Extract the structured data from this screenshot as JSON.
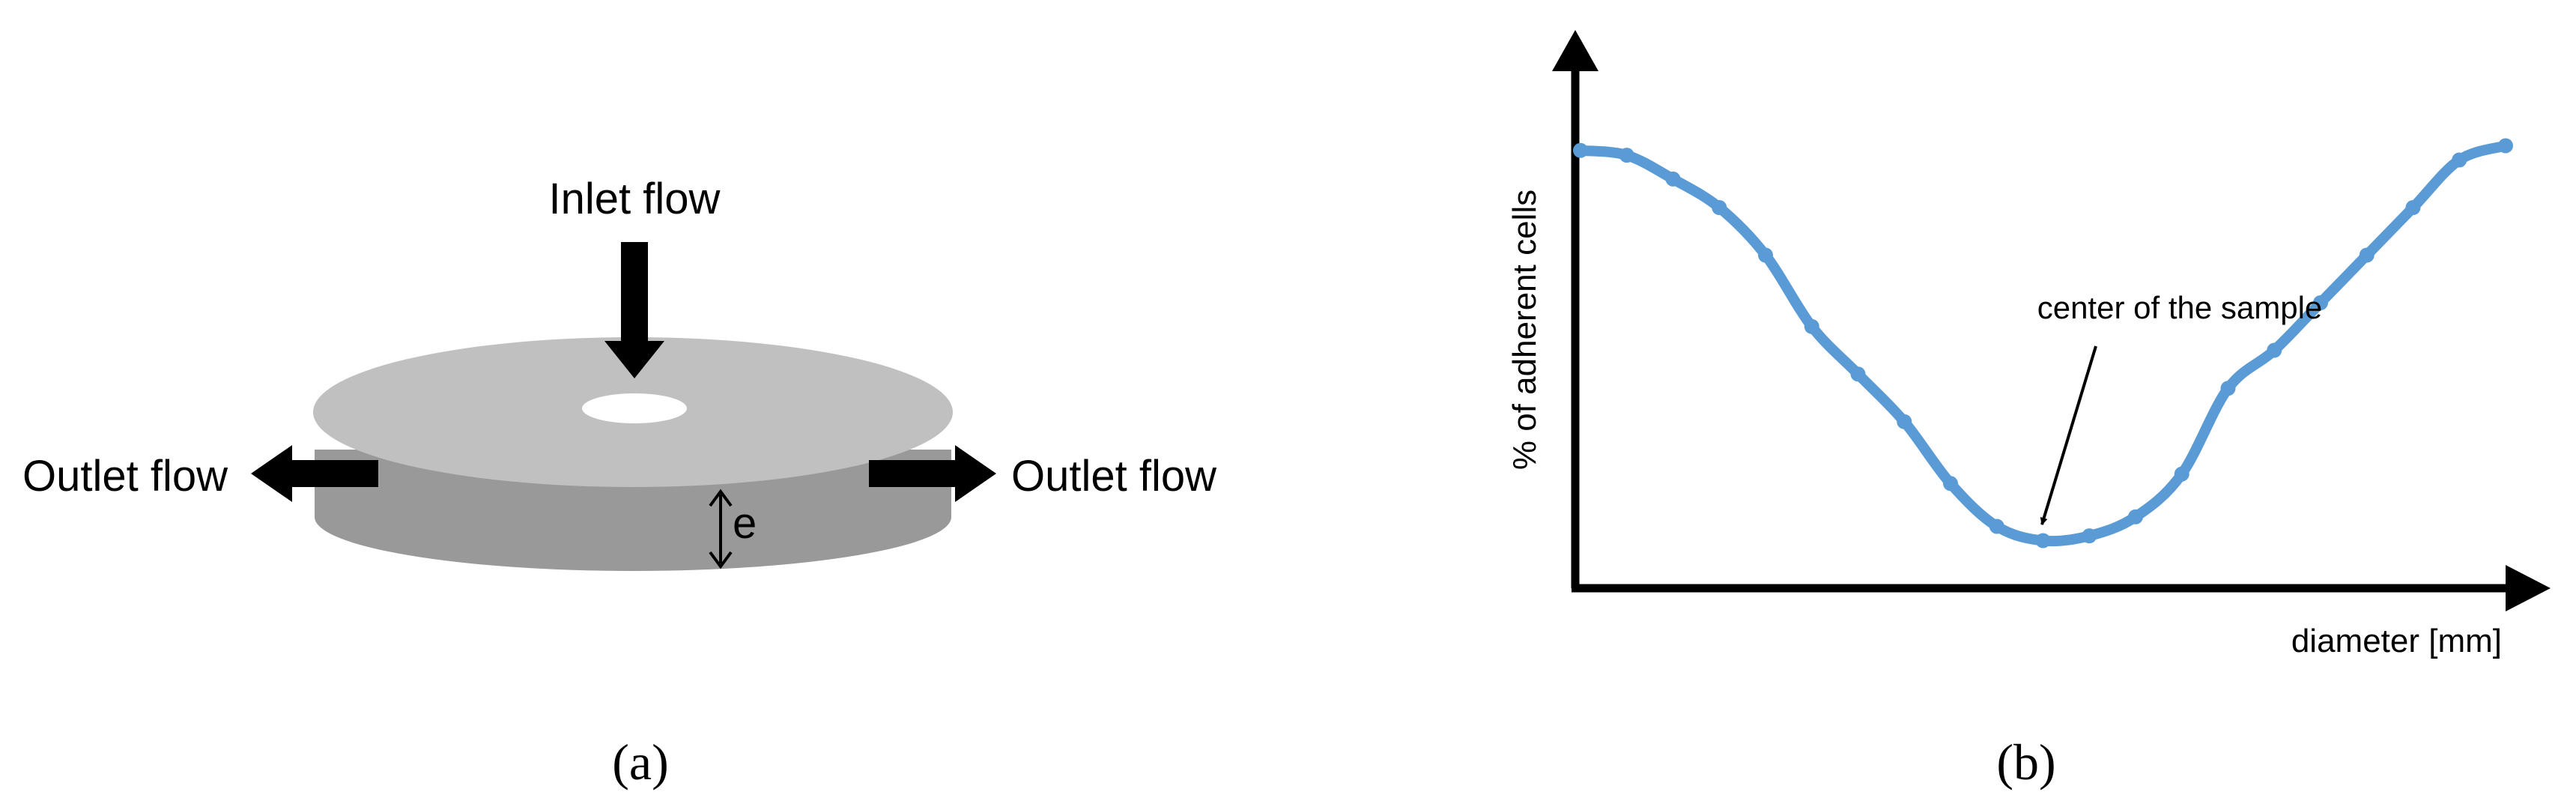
{
  "panel_a": {
    "inlet_label": "Inlet flow",
    "outlet_left_label": "Outlet flow",
    "outlet_right_label": "Outlet flow",
    "gap_label": "e",
    "caption": "(a)"
  },
  "panel_b": {
    "ylabel": "% of adherent cells",
    "xlabel": "diameter [mm]",
    "annotation": "center of the sample",
    "caption": "(b)"
  },
  "colors": {
    "disk_top": "#c0c0c0",
    "disk_bottom": "#999999",
    "curve": "#5b9bd5",
    "ink": "#000000"
  },
  "chart_data": {
    "type": "line",
    "title": "",
    "xlabel": "diameter [mm]",
    "ylabel": "% of adherent cells",
    "ticks": "none",
    "x": [
      0,
      0.05,
      0.1,
      0.15,
      0.2,
      0.25,
      0.3,
      0.35,
      0.4,
      0.45,
      0.5,
      0.55,
      0.6,
      0.65,
      0.7,
      0.75,
      0.8,
      0.85,
      0.9,
      0.95,
      1.0
    ],
    "series": [
      {
        "values": [
          0.92,
          0.91,
          0.86,
          0.8,
          0.7,
          0.55,
          0.45,
          0.35,
          0.22,
          0.13,
          0.1,
          0.11,
          0.15,
          0.24,
          0.42,
          0.5,
          0.6,
          0.7,
          0.8,
          0.9,
          0.93
        ]
      }
    ],
    "annotations": [
      {
        "text": "center of the sample",
        "x": 0.5,
        "y": 0.1
      }
    ]
  }
}
